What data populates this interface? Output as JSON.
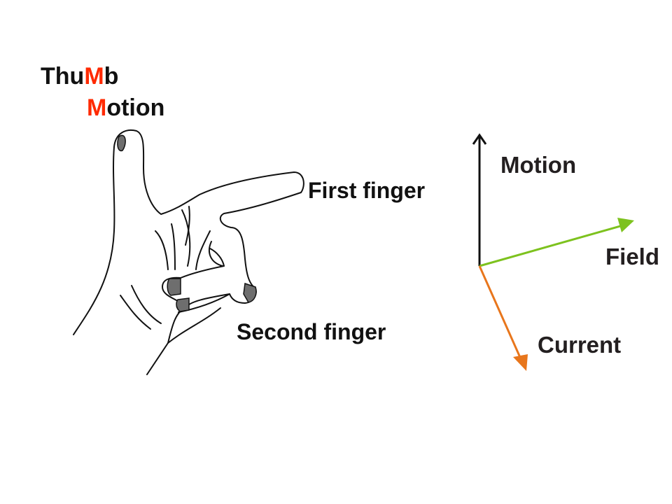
{
  "mnemonic": {
    "line1": {
      "part1": "Thu",
      "highlight": "M",
      "part2": "b"
    },
    "line2": {
      "highlight": "M",
      "rest": "otion"
    },
    "highlight_color": "#ff2a00"
  },
  "hand_labels": {
    "first_finger": "First finger",
    "second_finger": "Second finger"
  },
  "vectors": {
    "motion": {
      "label": "Motion",
      "color": "#111111"
    },
    "field": {
      "label": "Field",
      "color": "#7dc21e"
    },
    "current": {
      "label": "Current",
      "color": "#e8761c"
    }
  }
}
